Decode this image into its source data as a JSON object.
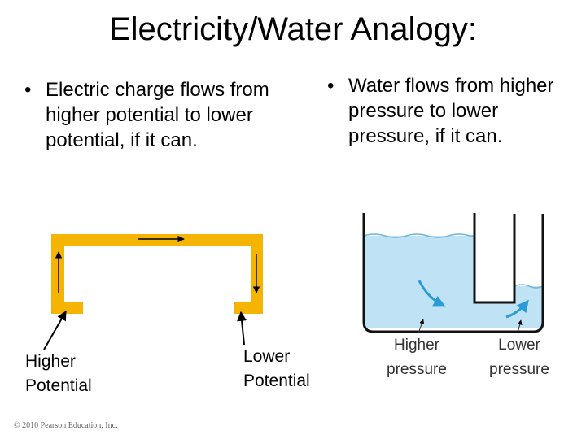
{
  "slide": {
    "title": "Electricity/Water Analogy:",
    "bullet_glyph": "•",
    "bullet_left": "Electric charge flows from higher potential to lower potential, if it can.",
    "bullet_right_lines": [
      "Water flows from higher",
      "pressure to lower",
      "pressure, if it can."
    ],
    "label_higher_potential": [
      "Higher",
      "Potential"
    ],
    "label_lower_potential": [
      "Lower",
      "Potential"
    ],
    "copyright": "© 2010 Pearson Education, Inc."
  },
  "figure": {
    "label_higher_pressure": [
      "Higher",
      "pressure"
    ],
    "label_lower_pressure": [
      "Lower",
      "pressure"
    ]
  },
  "colors": {
    "wire": "#f5b400",
    "water": "#bfe3f5",
    "water_line": "#6fb4dd",
    "flow_arrow": "#2a9bd6",
    "tank_wall": "#111111"
  },
  "icons": [
    "current-arrow-icon",
    "pointer-arrow-icon",
    "water-flow-arrow-icon"
  ]
}
